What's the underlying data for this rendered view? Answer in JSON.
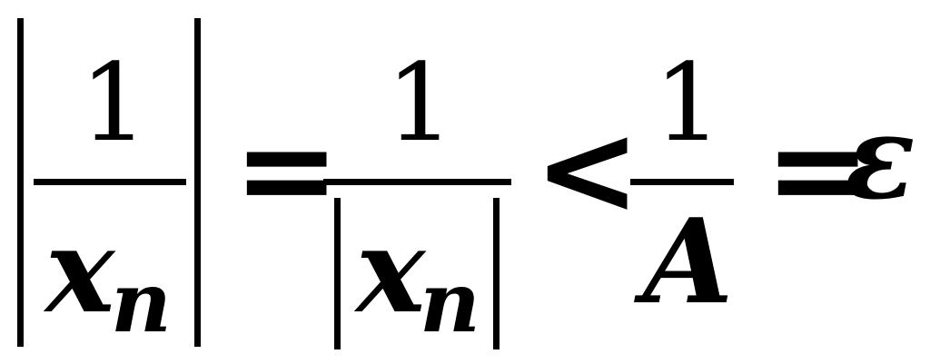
{
  "formula": {
    "lhs": {
      "numerator": "1",
      "denominator_variable": "x",
      "denominator_subscript": "n"
    },
    "equals_1": "=",
    "middle": {
      "numerator": "1",
      "denominator_variable": "x",
      "denominator_subscript": "n"
    },
    "less_than": "<",
    "right": {
      "numerator": "1",
      "denominator": "A"
    },
    "equals_2": "=",
    "result": "ε"
  }
}
